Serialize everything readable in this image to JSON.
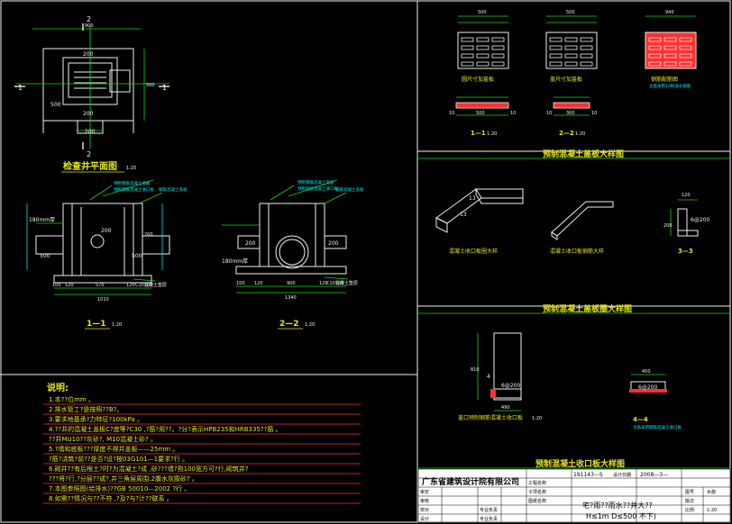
{
  "colors": {
    "white": "#f0f0f0",
    "cyan": "#00e5e5",
    "green": "#19d619",
    "yellow": "#e6e61a",
    "red": "#ff3030",
    "tb_bg": "#ffffff"
  },
  "plan": {
    "title": "检查井平面图",
    "scale": "1:20",
    "sec1": "1",
    "sec2": "2",
    "dims": {
      "top_total": "900",
      "top_inner": "500",
      "dim200a": "200",
      "dim200b": "200",
      "dim500": "500",
      "dim200c": "200",
      "right_dim": "500"
    }
  },
  "section1": {
    "title": "1—1",
    "scale": "1:20",
    "leaders": [
      "预制钢筋混凝土盖板",
      "预制钢筋混凝土收口板",
      "钢筋混凝土盖板"
    ],
    "label180": "180mm厚",
    "d500a": "500",
    "d500b": "500",
    "d200": "200",
    "d200b": "200",
    "c10": "C10混凝土垫层",
    "bottom_dims": [
      "100",
      "120",
      "570",
      "120",
      "100"
    ],
    "total": "1010"
  },
  "section2": {
    "title": "2—2",
    "scale": "1:20",
    "leaders": [
      "预制钢筋混凝土盖板",
      "预制钢筋混凝土收口板",
      "钢筋混凝土盖板"
    ],
    "label180": "180mm厚",
    "d200a": "200",
    "d200b": "200",
    "c10": "C10混凝土垫层",
    "bottom_dims": [
      "100",
      "120",
      "900",
      "120",
      "100"
    ],
    "total": "1340"
  },
  "covers": {
    "dims_top": [
      "500",
      "500",
      "940"
    ],
    "labels": [
      "圆尺寸加盖板",
      "盖尺寸加盖板",
      "钢筋配筋图"
    ],
    "note": "主筋采用10根通长钢筋",
    "sect11": "1—1",
    "sect22": "2—2",
    "scale": "1:20",
    "dim_bottom": [
      "10",
      "500",
      "10",
      "10",
      "300",
      "10"
    ]
  },
  "banner1": "预制混凝土盖板大样图",
  "banner2": "预制混凝土盖板圈大样图",
  "banner3": "预制混凝土收口板大样图",
  "collar": {
    "labels": [
      "混凝土收口板圈大样",
      "混凝土收口板钢筋大样"
    ],
    "sec": "3—3",
    "d13a": "13",
    "d13b": "13",
    "rebar": "6@200",
    "d120": "120",
    "d200": "200"
  },
  "mouth": {
    "label": "盖口预制钢筋混凝土收口板",
    "scale": "1:20",
    "d810": "810",
    "d490": "490",
    "d4": "4",
    "rebar": "6@200",
    "sec": "4—4",
    "d400": "400",
    "rebar2": "6@200",
    "note": "主筋采用钢筋混凝土收口板"
  },
  "notes": {
    "heading": "说明:",
    "lines": [
      "1.本??位mm 。",
      "2.排水管工?是按照??B?。",
      "3.要求地基承?力特征?100kPa 。",
      "4.??井的混凝土盖板C?度等?C30 ,?筋?用??。?分?表示HPB235和HRB335??筋 。",
      "  ??井MU10??灰砂?, M10混凝土砂? 。",
      "5.?墙和底板???厚度不得井盖板——25mm 。",
      "  ?筋?浇筑?前??是否?设?按03G101—1要求?行 。",
      "6.砌井??有后根土?时?为混凝土?成 ,砂???墙?割100宽方可?行,砌筑井?",
      "  ???将?行,?分层??成?,井三角层周围:2腹水灰膨砂? 。",
      "7.本图参照图(给排水)??GB 50010—2002  ?行 。",
      "8.如需??情况与??不符 ,?及?与?计??联系 。"
    ]
  },
  "titleblock": {
    "company": "广东省建筑设计院有限公司",
    "code": "191143—S",
    "date_label": "设计日期",
    "date": "2008—3—",
    "title_line1": "宅?雨??雨水??井大??",
    "title_line2": "H≤1m D≤500 不下)",
    "row_labels": [
      "工程名称",
      "子项名称",
      "图纸名称",
      "审定",
      "审核",
      "校对",
      "设计",
      "专业负责",
      "专业负责"
    ],
    "right_labels": [
      "图号",
      "版次",
      "比例"
    ],
    "right_values": [
      "水施",
      "",
      "1:20"
    ]
  }
}
